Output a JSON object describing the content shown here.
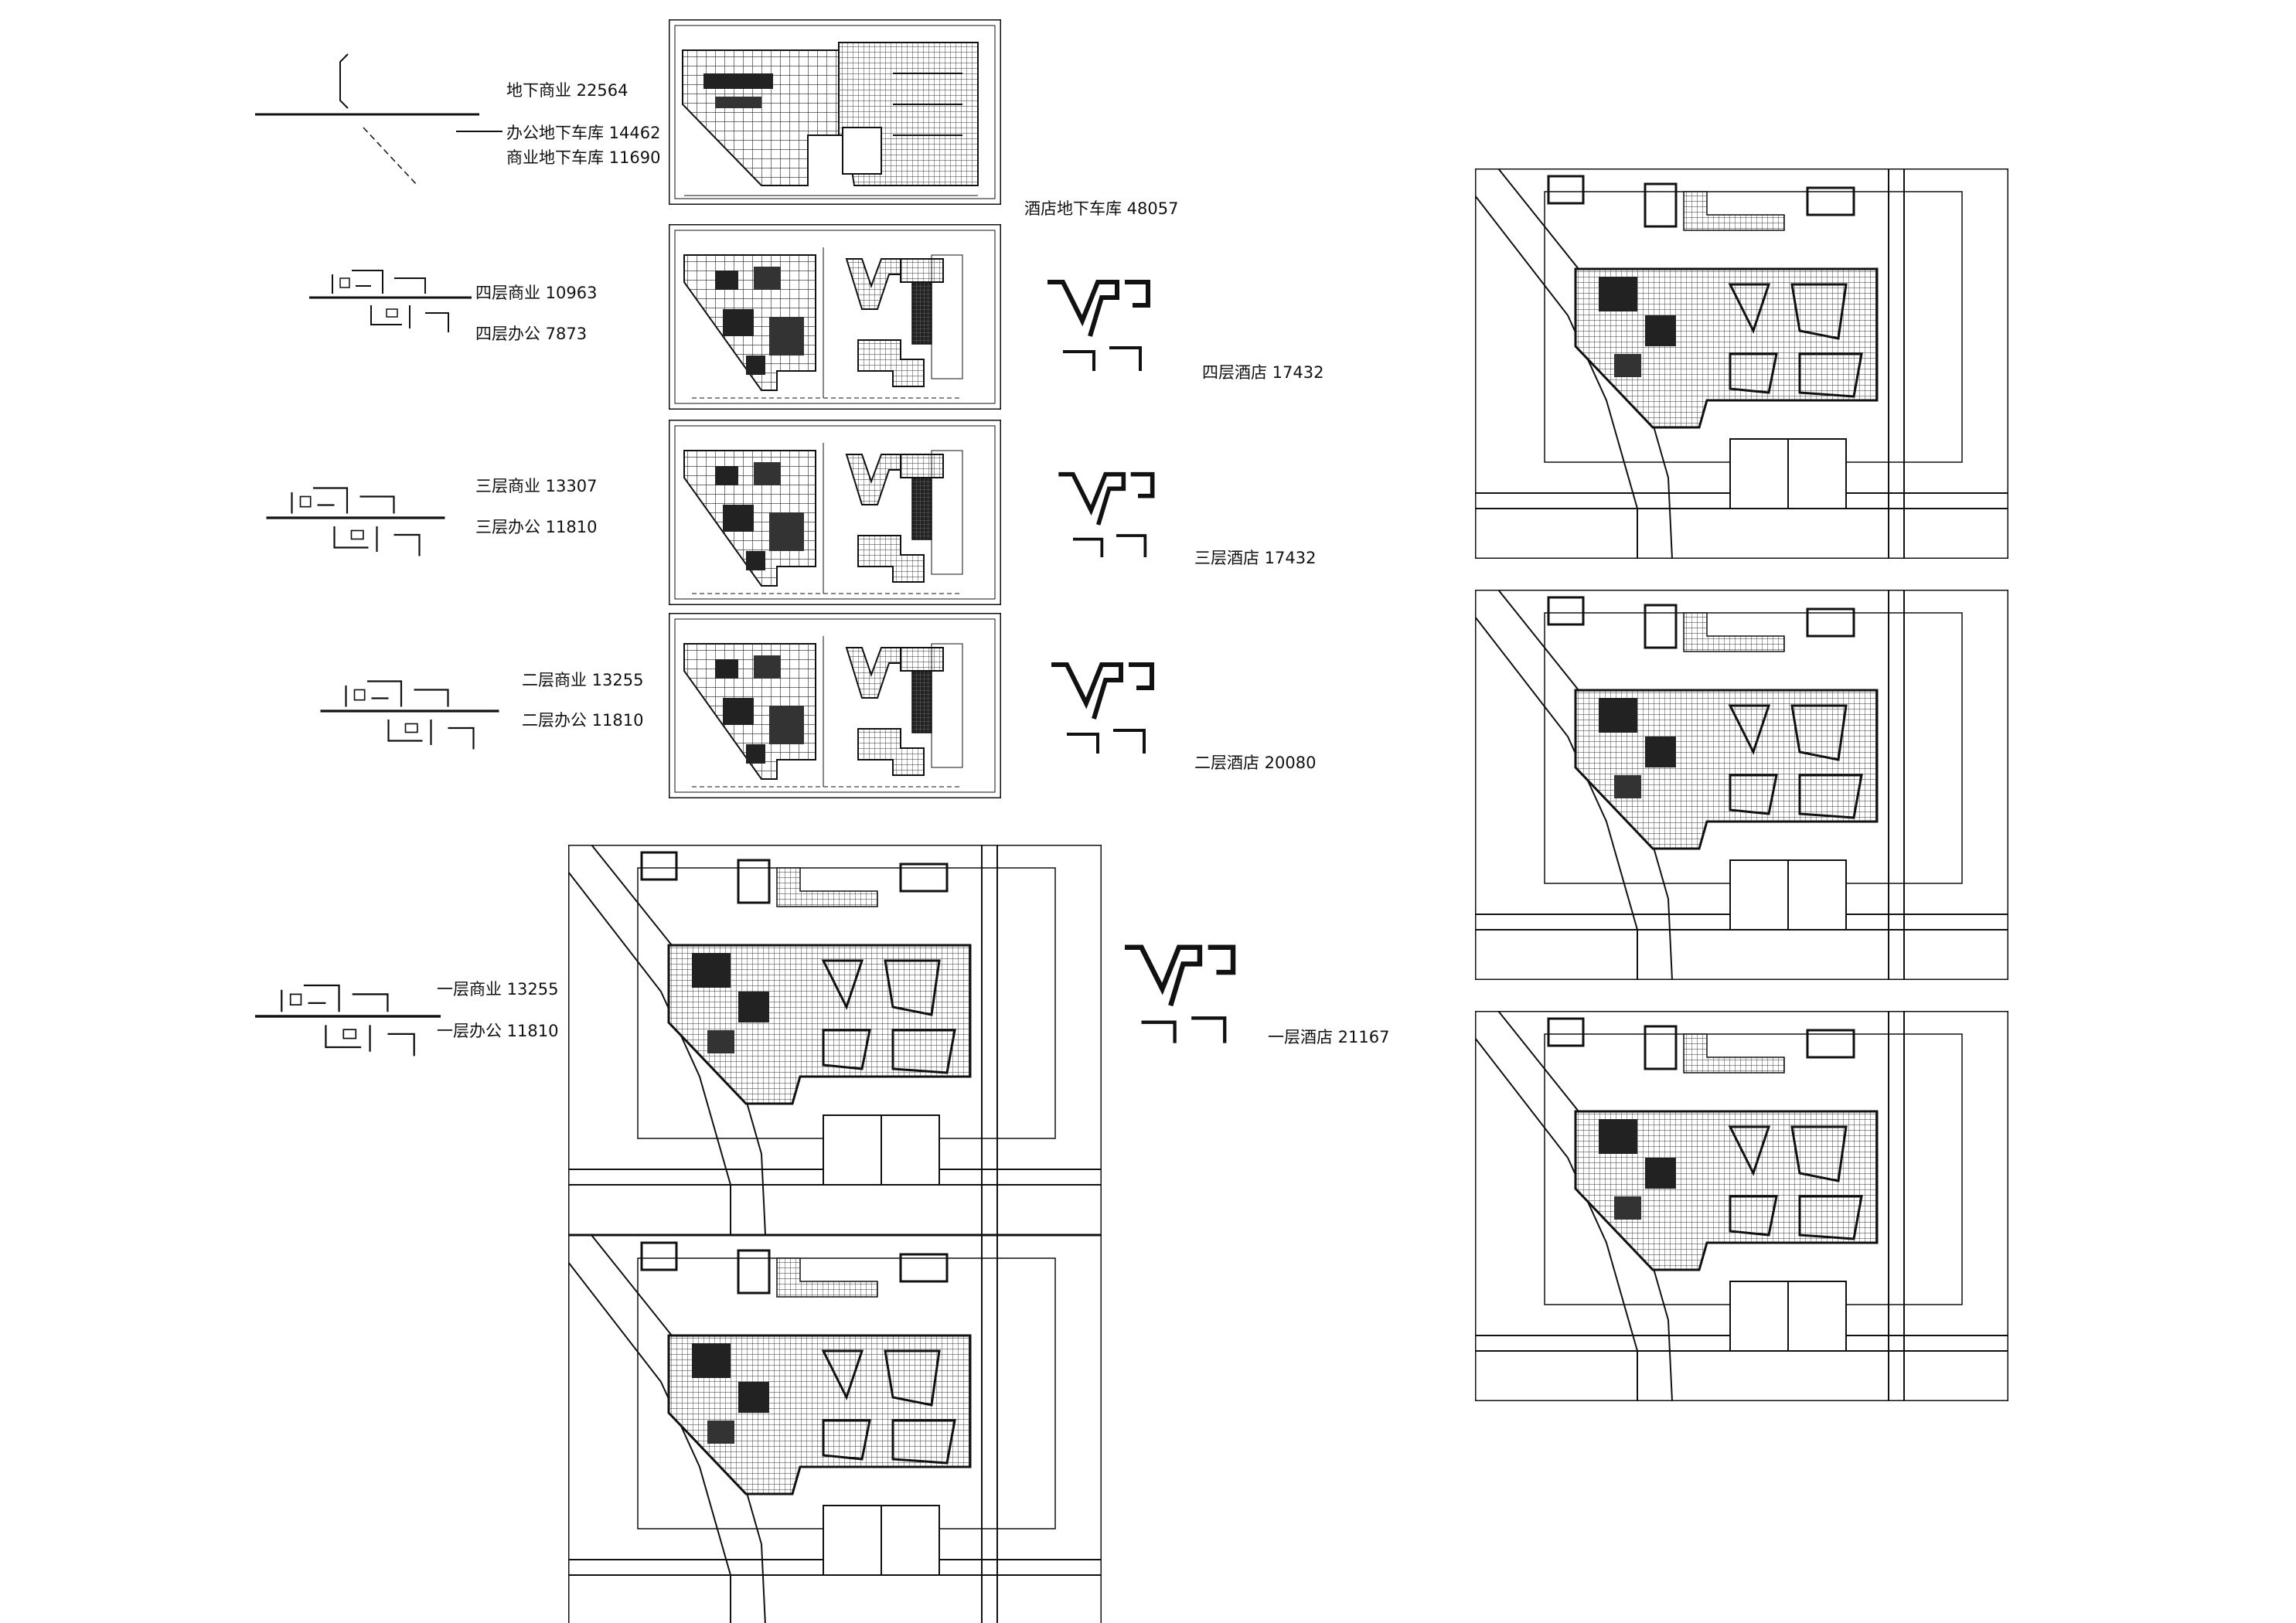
{
  "drawing": {
    "labels": {
      "basement_retail": "地下商业  22564",
      "office_garage": "办公地下车库  14462",
      "retail_garage": "商业地下车库  11690",
      "hotel_garage": "酒店地下车库  48057",
      "f4_retail": "四层商业  10963",
      "f4_office": "四层办公  7873",
      "f4_hotel": "四层酒店  17432",
      "f3_retail": "三层商业  13307",
      "f3_office": "三层办公  11810",
      "f3_hotel": "三层酒店  17432",
      "f2_retail": "二层商业  13255",
      "f2_office": "二层办公  11810",
      "f2_hotel": "二层酒店  20080",
      "f1_retail": "一层商业  13255",
      "f1_office": "一层办公  11810",
      "f1_hotel": "一层酒店  21167"
    },
    "colors": {
      "ink": "#111111",
      "background": "#ffffff",
      "hatch": "#555555"
    }
  }
}
